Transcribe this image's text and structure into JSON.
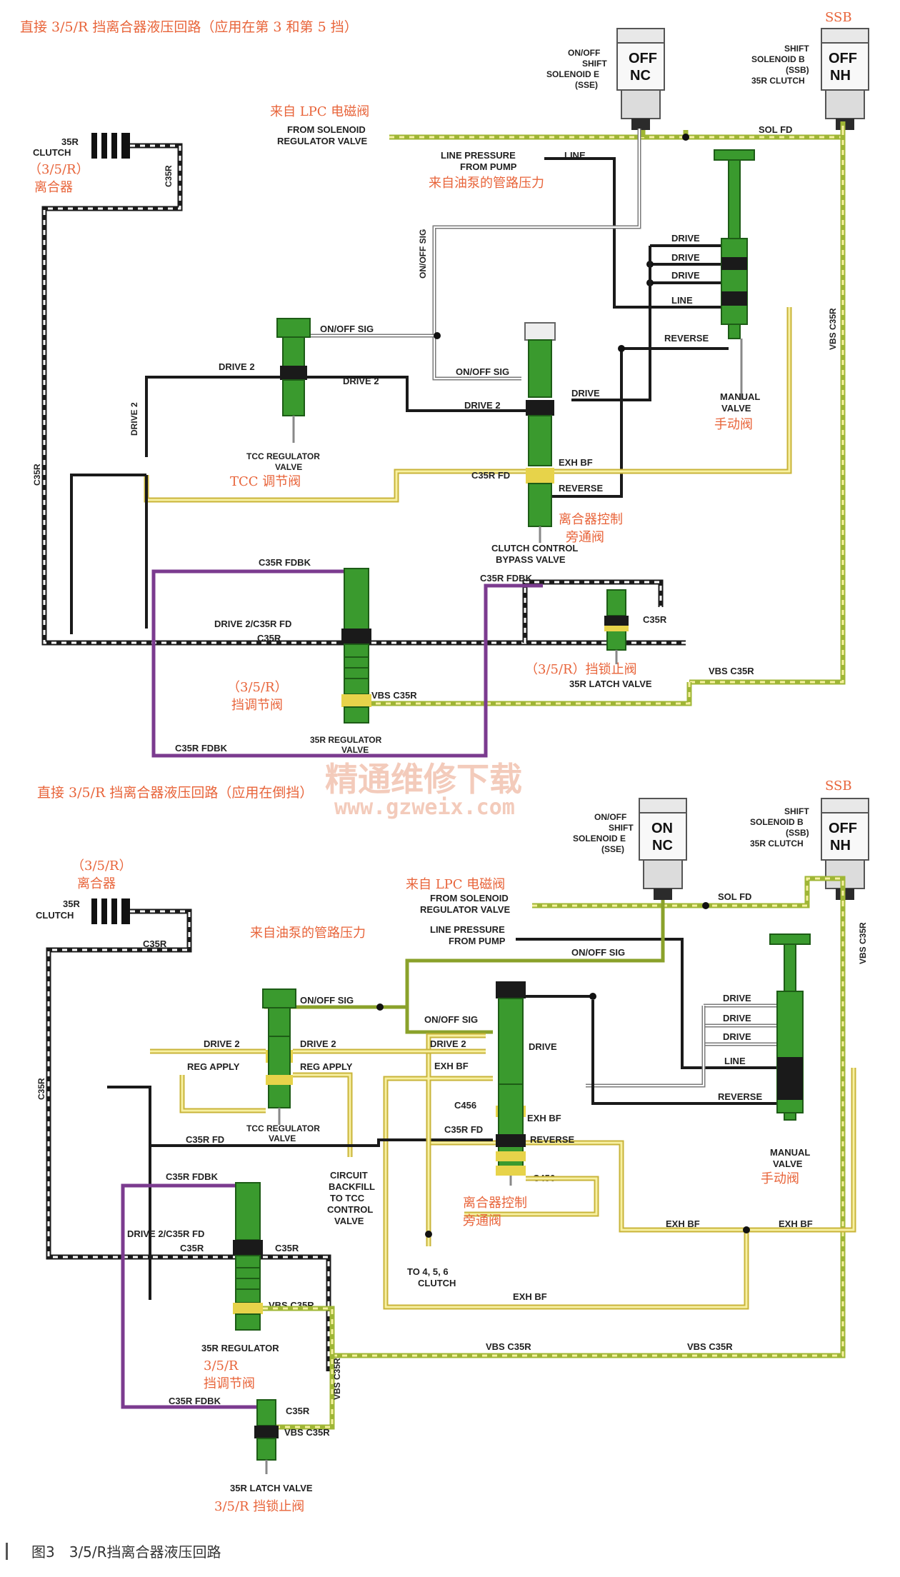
{
  "top": {
    "title": "直接 3/5/R 挡离合器液压回路（应用在第 3 和第 5 挡）",
    "ssb_label": "SSB",
    "sse_state": [
      "OFF",
      "NC"
    ],
    "ssb_state": [
      "OFF",
      "NH"
    ],
    "sse_label": [
      "ON/OFF",
      "SHIFT",
      "SOLENOID E",
      "(SSE)"
    ],
    "ssb_desc": [
      "SHIFT",
      "SOLENOID B",
      "(SSB)",
      "35R CLUTCH"
    ],
    "lpc_cn": "来自 LPC 电磁阀",
    "from_solenoid": [
      "FROM SOLENOID",
      "REGULATOR VALVE"
    ],
    "sol_fd": "SOL FD",
    "line_pressure": [
      "LINE PRESSURE",
      "FROM PUMP"
    ],
    "line": "LINE",
    "pump_cn": "来自油泵的管路压力",
    "clutch_label": [
      "35R",
      "CLUTCH"
    ],
    "clutch_cn": [
      "（3/5/R）",
      "离合器"
    ],
    "c35r": "C35R",
    "onoff_sig": "ON/OFF SIG",
    "drive": "DRIVE",
    "line2": "LINE",
    "reverse": "REVERSE",
    "manual_valve": [
      "MANUAL",
      "VALVE"
    ],
    "manual_cn": "手动阀",
    "vbs_c35r": "VBS C35R",
    "drive2": "DRIVE 2",
    "tcc_valve": [
      "TCC REGULATOR",
      "VALVE"
    ],
    "tcc_cn": "TCC 调节阀",
    "c35r_fd": "C35R FD",
    "exh_bf": "EXH BF",
    "clutch_bypass": [
      "CLUTCH CONTROL",
      "BYPASS VALVE"
    ],
    "bypass_cn": [
      "离合器控制",
      "旁通阀"
    ],
    "c35r_fdbk": "C35R FDBK",
    "drive2_c35r_fd": "DRIVE 2/C35R FD",
    "latch_cn": "（3/5/R）挡锁止阀",
    "latch_valve": "35R LATCH VALVE",
    "reg_cn": [
      "（3/5/R）",
      "挡调节阀"
    ],
    "reg_valve": [
      "35R REGULATOR",
      "VALVE"
    ]
  },
  "bottom": {
    "title": "直接 3/5/R 挡离合器液压回路（应用在倒挡）",
    "ssb_label": "SSB",
    "sse_state": [
      "ON",
      "NC"
    ],
    "ssb_state": [
      "OFF",
      "NH"
    ],
    "sse_label": [
      "ON/OFF",
      "SHIFT",
      "SOLENOID E",
      "(SSE)"
    ],
    "ssb_desc": [
      "SHIFT",
      "SOLENOID B",
      "(SSB)",
      "35R CLUTCH"
    ],
    "clutch_cn": [
      "（3/5/R）",
      "离合器"
    ],
    "clutch_label": [
      "35R",
      "CLUTCH"
    ],
    "lpc_cn": "来自 LPC 电磁阀",
    "from_solenoid": [
      "FROM SOLENOID",
      "REGULATOR VALVE"
    ],
    "sol_fd": "SOL FD",
    "pump_cn": "来自油泵的管路压力",
    "line_pressure": [
      "LINE PRESSURE",
      "FROM PUMP"
    ],
    "onoff_sig": "ON/OFF SIG",
    "c35r": "C35R",
    "drive": "DRIVE",
    "drive2": "DRIVE 2",
    "reg_apply": "REG APPLY",
    "exh_bf": "EXH BF",
    "line": "LINE",
    "reverse": "REVERSE",
    "c456": "C456",
    "c35r_fd": "C35R FD",
    "tcc_valve": [
      "TCC REGULATOR",
      "VALVE"
    ],
    "manual_valve": [
      "MANUAL",
      "VALVE"
    ],
    "manual_cn": "手动阀",
    "circuit_backfill": [
      "CIRCUIT",
      "BACKFILL",
      "TO TCC",
      "CONTROL",
      "VALVE"
    ],
    "bypass_cn": [
      "离合器控制",
      "旁通阀"
    ],
    "to_clutch": [
      "TO 4, 5, 6",
      "CLUTCH"
    ],
    "c35r_fdbk": "C35R FDBK",
    "drive2_c35r_fd": "DRIVE 2/C35R FD",
    "vbs_c35r": "VBS C35R",
    "reg_valve": "35R REGULATOR",
    "reg_cn": [
      "3/5/R",
      "挡调节阀"
    ],
    "latch_valve": "35R LATCH VALVE",
    "latch_cn": "3/5/R 挡锁止阀"
  },
  "watermark": [
    "精通维修下载",
    "www.gzweix.com"
  ],
  "caption": "图3　3/5/R挡离合器液压回路",
  "colors": {
    "valve_green": "#3a9a2e",
    "line_black": "#1a1a1a",
    "sol_feed": "#9fb635",
    "exhaust_yellow": "#c9b43a",
    "feedback_purple": "#7b3b8f",
    "signal_gray": "#7a7a7a",
    "chinese_label": "#e8643a"
  }
}
